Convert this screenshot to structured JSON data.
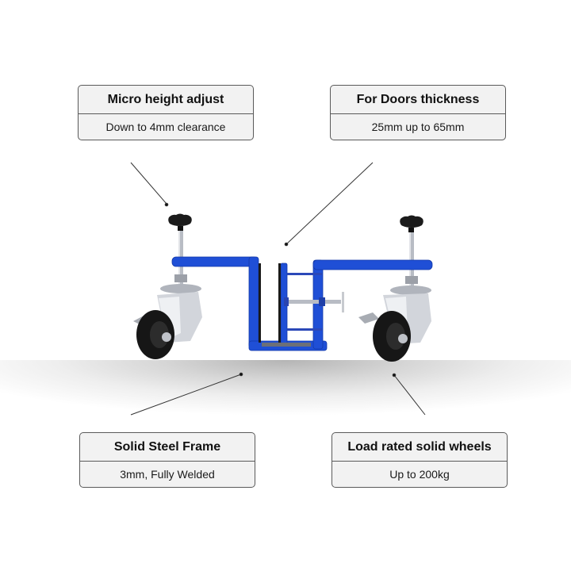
{
  "callouts": [
    {
      "title": "Micro height adjust",
      "subtitle": "Down to 4mm clearance"
    },
    {
      "title": "For Doors thickness",
      "subtitle": "25mm up to 65mm"
    },
    {
      "title": "Solid Steel Frame",
      "subtitle": "3mm, Fully Welded"
    },
    {
      "title": "Load rated solid wheels",
      "subtitle": "Up to 200kg"
    }
  ],
  "product": {
    "name": "door-trolley-caster-clamp",
    "frame_color": "#1f4fd6",
    "wheel_color": "#161616",
    "knob_color": "#1b1b1b",
    "metal_color": "#c9ccd2"
  }
}
